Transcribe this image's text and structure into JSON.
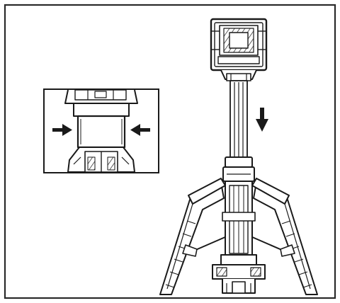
{
  "figure": {
    "kind": "instruction-illustration",
    "subject-icon": "tripod-work-light-icon",
    "main-arrow": {
      "direction": "down"
    },
    "inset-arrows": [
      {
        "direction": "right"
      },
      {
        "direction": "left"
      }
    ],
    "colors": {
      "line": "#1a1a1a",
      "paper": "#ffffff",
      "frame": "#2a2a2a",
      "shade": "#cfcfcf"
    }
  }
}
